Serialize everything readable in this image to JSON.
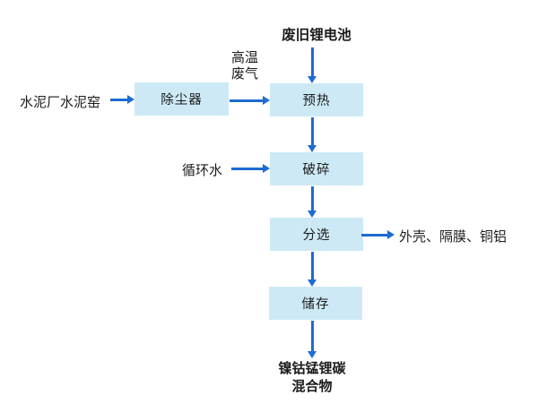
{
  "diagram": {
    "source_label": "废旧锂电池",
    "boxes": {
      "dust_remover": "除尘器",
      "preheat": "预热",
      "crush": "破碎",
      "sort": "分选",
      "store": "储存"
    },
    "labels": {
      "cement_kiln": "水泥厂水泥窑",
      "hot_gas_line1": "高温",
      "hot_gas_line2": "废气",
      "circulating_water": "循环水",
      "sort_output": "外壳、隔膜、铜铝",
      "product_line1": "镍钴锰锂碳",
      "product_line2": "混合物"
    },
    "colors": {
      "box_fill": "#cde9f6",
      "arrow": "#1e6bd3",
      "text": "#1c1c1c",
      "background": "#ffffff"
    }
  }
}
